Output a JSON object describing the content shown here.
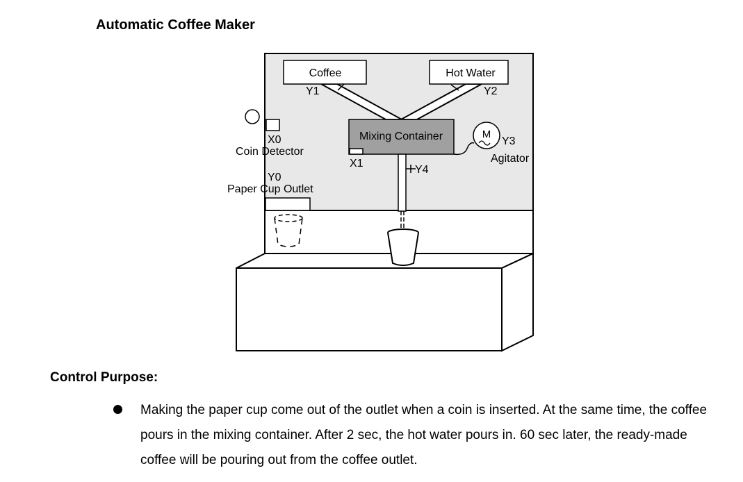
{
  "title": "Automatic Coffee Maker",
  "diagram": {
    "coffee_label": "Coffee",
    "hot_water_label": "Hot Water",
    "y1": "Y1",
    "y2": "Y2",
    "x0": "X0",
    "coin_detector": "Coin Detector",
    "y0": "Y0",
    "paper_cup_outlet": "Paper Cup Outlet",
    "mixing_container": "Mixing Container",
    "x1": "X1",
    "y4": "Y4",
    "motor_symbol": "M",
    "y3": "Y3",
    "agitator": "Agitator"
  },
  "section_heading": "Control Purpose:",
  "purpose_text": "Making the paper cup come out of the outlet when a coin is inserted. At the same time, the coffee pours in the mixing container. After 2 sec, the hot water pours in. 60 sec later, the ready-made coffee will be pouring out from the coffee outlet.",
  "colors": {
    "machine_panel": "#e8e8e8",
    "mixing_container": "#a0a0a0"
  }
}
